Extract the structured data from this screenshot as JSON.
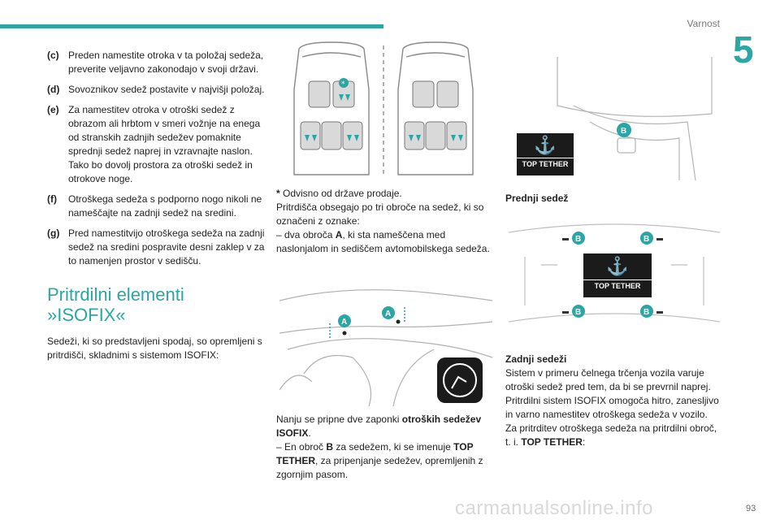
{
  "header": {
    "section": "Varnost",
    "chapter": "5"
  },
  "col1": {
    "items": [
      {
        "label": "(c)",
        "text": "Preden namestite otroka v ta položaj sedeža, preverite veljavno zakonodajo v svoji državi."
      },
      {
        "label": "(d)",
        "text": "Sovoznikov sedež postavite v najvišji položaj."
      },
      {
        "label": "(e)",
        "text": "Za namestitev otroka v otroški sedež z obrazom ali hrbtom v smeri vožnje na enega od stranskih zadnjih sedežev pomaknite sprednji sedež naprej in vzravnajte naslon. Tako bo dovolj prostora za otroški sedež in otrokove noge."
      },
      {
        "label": "(f)",
        "text": "Otroškega sedeža s podporno nogo nikoli ne nameščajte na zadnji sedež na sredini."
      },
      {
        "label": "(g)",
        "text": "Pred namestitvijo otroškega sedeža na zadnji sedež na sredini pospravite desni zaklep v za to namenjen prostor v sedišču."
      }
    ],
    "heading_line1": "Pritrdilni elementi",
    "heading_line2": "»ISOFIX«",
    "intro": "Sedeži, ki so predstavljeni spodaj, so opremljeni s pritrdišči, skladnimi s sistemom ISOFIX:"
  },
  "col2": {
    "footnote_star": "*",
    "footnote": " Odvisno od države prodaje.",
    "p1": "Pritrdišča obsegajo po tri obroče na sedež, ki so označeni z oznake:",
    "p2_pre": "– dva obroča ",
    "p2_bold": "A",
    "p2_post": ", ki sta nameščena med naslonjalom in sediščem avtomobilskega sedeža.",
    "p3_pre": "Nanju se pripne dve zaponki ",
    "p3_bold": "otroških sedežev ISOFIX",
    "p3_post": ".",
    "p4_pre": "– En obroč ",
    "p4_b1": "B",
    "p4_mid": " za sedežem, ki se imenuje ",
    "p4_b2": "TOP TETHER",
    "p4_post": ", za pripenjanje sedežev, opremljenih z zgornjim pasom.",
    "fig_label_a": "A"
  },
  "col3": {
    "fig_label_b": "B",
    "badge_text": "TOP TETHER",
    "caption1": "Prednji sedež",
    "caption2": "Zadnji sedeži",
    "p1": "Sistem v primeru čelnega trčenja vozila varuje otroški sedež pred tem, da bi se prevrnil naprej.",
    "p2": "Pritrdilni sistem ISOFIX omogoča hitro, zanesljivo in varno namestitev otroškega sedeža v vozilo.",
    "p3_pre": "Za pritrditev otroškega sedeža na pritrdilni obroč, t. i. ",
    "p3_bold": "TOP TETHER",
    "p3_post": ":"
  },
  "footer": {
    "page": "93",
    "watermark": "carmanualsonline.info"
  },
  "colors": {
    "accent": "#2ba6a5",
    "badge": "#1b1b1b"
  }
}
